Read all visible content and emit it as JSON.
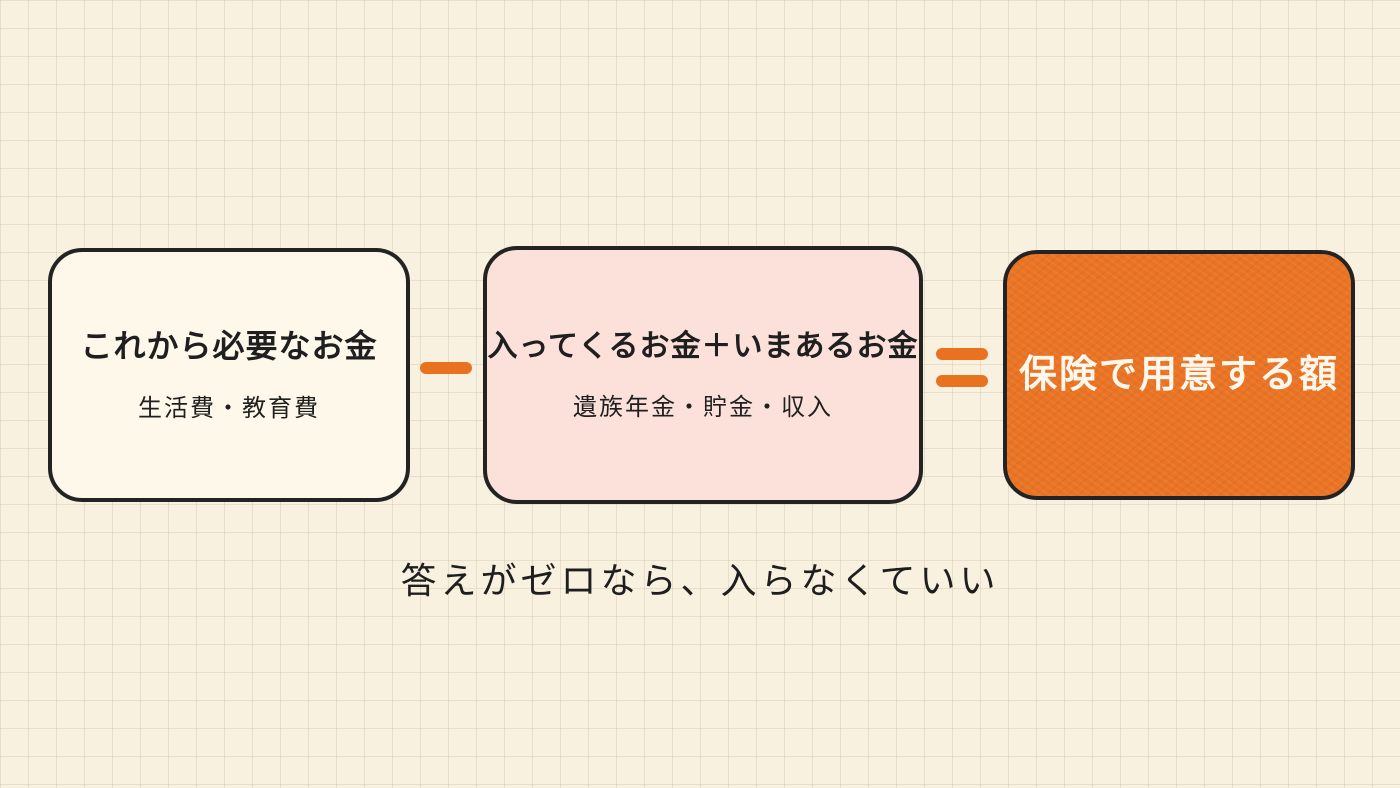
{
  "boxes": {
    "needed": {
      "title": "これから必要なお金",
      "subtitle": "生活費・教育費"
    },
    "incoming": {
      "title": "入ってくるお金＋いまあるお金",
      "subtitle": "遺族年金・貯金・収入"
    },
    "insurance": {
      "title": "保険で用意する額"
    }
  },
  "caption": "答えがゼロなら、入らなくていい",
  "colors": {
    "accent": "#ea7424",
    "paper": "#f8f1df",
    "pink_box": "#fbe1d9",
    "cream_box": "#fdf8ea",
    "outline": "#232323"
  }
}
